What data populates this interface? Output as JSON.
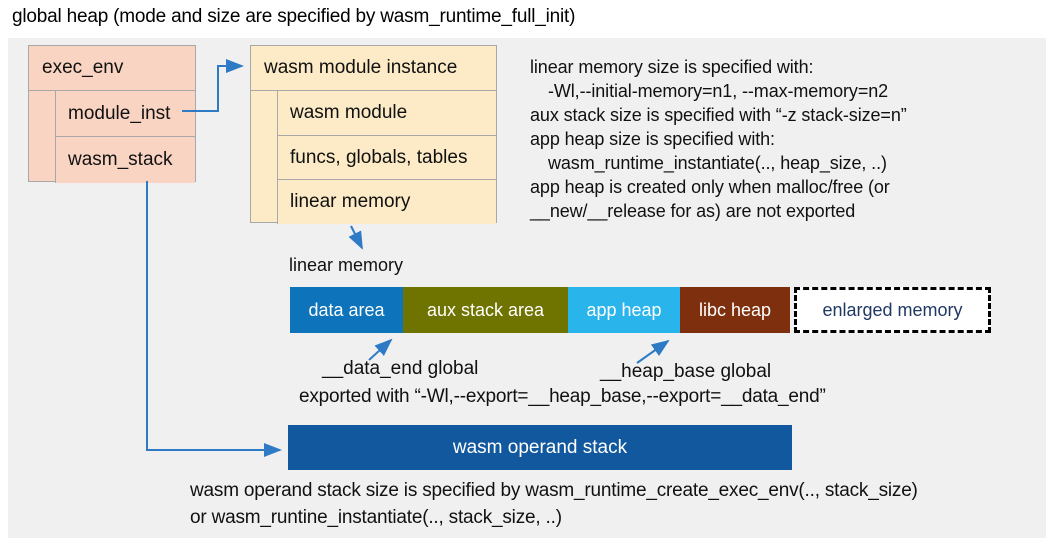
{
  "title": "global heap (mode and size are specified by wasm_runtime_full_init)",
  "exec_env": {
    "header": "exec_env",
    "rows": [
      {
        "label": "module_inst"
      },
      {
        "label": "wasm_stack"
      }
    ],
    "fill": "#f9d4c2"
  },
  "module_instance": {
    "header": "wasm module instance",
    "rows": [
      {
        "label": "wasm module"
      },
      {
        "label": "funcs, globals, tables"
      },
      {
        "label": "linear memory"
      }
    ],
    "fill": "#fcebc6"
  },
  "right_notes": {
    "lines": [
      {
        "text": "linear memory size is specified with:"
      },
      {
        "text": "-Wl,--initial-memory=n1, --max-memory=n2"
      },
      {
        "text": "aux stack size is specified with “-z stack-size=n”"
      },
      {
        "text": "app heap size is specified with:"
      },
      {
        "text": "wasm_runtime_instantiate(.., heap_size, ..)"
      },
      {
        "text": "app heap is created only when malloc/free (or"
      },
      {
        "text": "__new/__release for as) are not exported"
      }
    ]
  },
  "linear_memory": {
    "label": "linear memory",
    "segments": [
      {
        "label": "data area",
        "color": "#0d73ba",
        "text_color": "#ffffff"
      },
      {
        "label": "aux stack area",
        "color": "#6f7400",
        "text_color": "#ffffff"
      },
      {
        "label": "app heap",
        "color": "#29b4ec",
        "text_color": "#ffffff"
      },
      {
        "label": "libc heap",
        "color": "#7e2f0d",
        "text_color": "#ffffff"
      },
      {
        "label": "enlarged memory",
        "color": "#ffffff",
        "text_color": "#1f3864"
      }
    ]
  },
  "annotations": {
    "data_end": "__data_end global",
    "heap_base": "__heap_base global",
    "exported": "exported with “-Wl,--export=__heap_base,--export=__data_end”"
  },
  "operand_stack": {
    "label": "wasm operand stack",
    "color": "#11589e"
  },
  "bottom_notes": {
    "lines": [
      {
        "text": "wasm operand stack size is specified by wasm_runtime_create_exec_env(.., stack_size)"
      },
      {
        "text": "or wasm_runtine_instantiate(.., stack_size, ..)"
      }
    ]
  },
  "colors": {
    "arrow": "#2e7ac5",
    "panel_background": "#f0f0f1"
  }
}
